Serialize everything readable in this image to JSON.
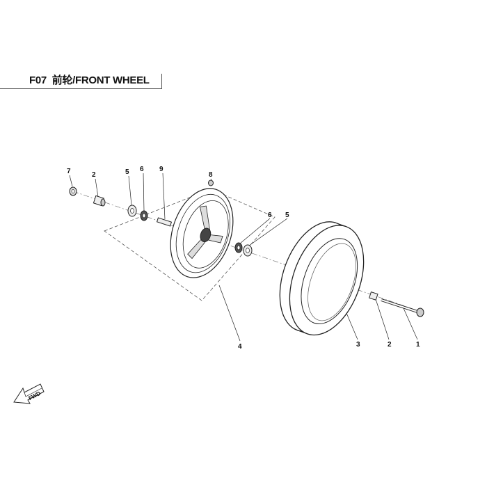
{
  "title": {
    "code": "F07",
    "name": "前轮/FRONT WHEEL"
  },
  "fwd_arrow": {
    "label": "FWD"
  },
  "callouts": [
    {
      "id": "7",
      "part": "nut"
    },
    {
      "id": "2",
      "part": "collar-left"
    },
    {
      "id": "5",
      "part": "dust-seal-left"
    },
    {
      "id": "6",
      "part": "bearing-left"
    },
    {
      "id": "9",
      "part": "spacer"
    },
    {
      "id": "8",
      "part": "valve"
    },
    {
      "id": "6",
      "part": "bearing-right"
    },
    {
      "id": "5",
      "part": "dust-seal-right"
    },
    {
      "id": "4",
      "part": "rim"
    },
    {
      "id": "3",
      "part": "tire"
    },
    {
      "id": "2",
      "part": "collar-right"
    },
    {
      "id": "1",
      "part": "axle"
    }
  ]
}
